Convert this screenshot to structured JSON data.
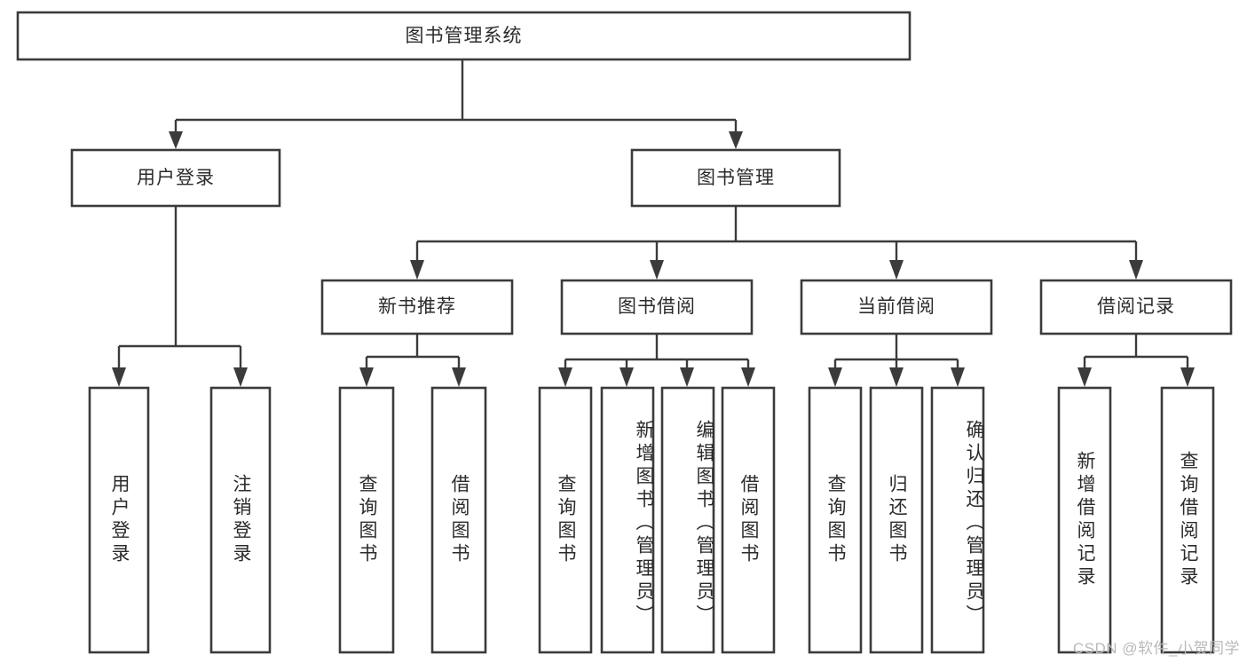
{
  "diagram": {
    "title": "图书管理系统",
    "type": "hierarchy-tree",
    "watermark": "CSDN @软件_小贺同学",
    "colors": {
      "stroke": "#3b3b3b",
      "box_fill": "#ffffff",
      "text": "#2b2b2b",
      "watermark": "#b9b9b9",
      "background": "#ffffff"
    },
    "levels": [
      {
        "level": 1,
        "nodes": [
          {
            "id": "root",
            "label": "图书管理系统",
            "orientation": "horizontal"
          }
        ]
      },
      {
        "level": 2,
        "nodes": [
          {
            "id": "user-login",
            "label": "用户登录",
            "orientation": "horizontal",
            "parent": "root"
          },
          {
            "id": "book-manage",
            "label": "图书管理",
            "orientation": "horizontal",
            "parent": "root"
          }
        ]
      },
      {
        "level": 3,
        "nodes": [
          {
            "id": "new-book-rec",
            "label": "新书推荐",
            "orientation": "horizontal",
            "parent": "book-manage"
          },
          {
            "id": "book-borrow",
            "label": "图书借阅",
            "orientation": "horizontal",
            "parent": "book-manage"
          },
          {
            "id": "current-borrow",
            "label": "当前借阅",
            "orientation": "horizontal",
            "parent": "book-manage"
          },
          {
            "id": "borrow-record",
            "label": "借阅记录",
            "orientation": "horizontal",
            "parent": "book-manage"
          }
        ]
      },
      {
        "level": 4,
        "nodes": [
          {
            "id": "leaf-user-login",
            "label": "用户登录",
            "orientation": "vertical",
            "parent": "user-login"
          },
          {
            "id": "leaf-logout",
            "label": "注销登录",
            "orientation": "vertical",
            "parent": "user-login"
          },
          {
            "id": "leaf-query-book-1",
            "label": "查询图书",
            "orientation": "vertical",
            "parent": "new-book-rec"
          },
          {
            "id": "leaf-borrow-book-1",
            "label": "借阅图书",
            "orientation": "vertical",
            "parent": "new-book-rec"
          },
          {
            "id": "leaf-query-book-2",
            "label": "查询图书",
            "orientation": "vertical",
            "parent": "book-borrow"
          },
          {
            "id": "leaf-add-book",
            "label": "新增图书（管理员）",
            "orientation": "vertical",
            "parent": "book-borrow"
          },
          {
            "id": "leaf-edit-book",
            "label": "编辑图书（管理员）",
            "orientation": "vertical",
            "parent": "book-borrow"
          },
          {
            "id": "leaf-borrow-book-2",
            "label": "借阅图书",
            "orientation": "vertical",
            "parent": "book-borrow"
          },
          {
            "id": "leaf-query-book-3",
            "label": "查询图书",
            "orientation": "vertical",
            "parent": "current-borrow"
          },
          {
            "id": "leaf-return-book",
            "label": "归还图书",
            "orientation": "vertical",
            "parent": "current-borrow"
          },
          {
            "id": "leaf-confirm-return",
            "label": "确认归还（管理员）",
            "orientation": "vertical",
            "parent": "current-borrow"
          },
          {
            "id": "leaf-add-record",
            "label": "新增借阅记录",
            "orientation": "vertical",
            "parent": "borrow-record"
          },
          {
            "id": "leaf-query-record",
            "label": "查询借阅记录",
            "orientation": "vertical",
            "parent": "borrow-record"
          }
        ]
      }
    ]
  }
}
